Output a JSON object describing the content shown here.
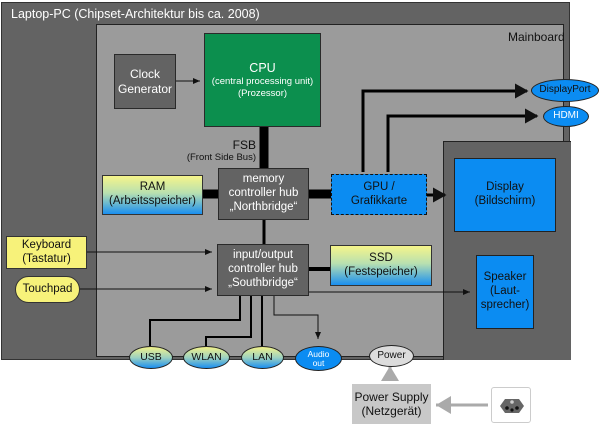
{
  "laptop": {
    "title": "Laptop-PC (Chipset-Architektur bis ca. 2008)"
  },
  "mainboard": {
    "label": "Mainboard"
  },
  "clock": {
    "line1": "Clock",
    "line2": "Generator"
  },
  "cpu": {
    "title": "CPU",
    "line2": "(central processing unit)",
    "line3": "(Prozessor)"
  },
  "fsb": {
    "line1": "FSB",
    "line2": "(Front Side Bus)"
  },
  "ram": {
    "line1": "RAM",
    "line2": "(Arbeitsspeicher)"
  },
  "northbridge": {
    "line1": "memory",
    "line2": "controller hub",
    "line3": "„Northbridge“"
  },
  "gpu": {
    "line1": "GPU /",
    "line2": "Grafikkarte"
  },
  "display": {
    "line1": "Display",
    "line2": "(Bildschirm)"
  },
  "ports_video": {
    "displayport": "DisplayPort",
    "hdmi": "HDMI"
  },
  "keyboard": {
    "line1": "Keyboard",
    "line2": "(Tastatur)"
  },
  "touchpad": {
    "label": "Touchpad"
  },
  "southbridge": {
    "line1": "input/output",
    "line2": "controller hub",
    "line3": "„Southbridge“"
  },
  "ssd": {
    "line1": "SSD",
    "line2": "(Festspeicher)"
  },
  "speaker": {
    "line1": "Speaker",
    "line2": "(Laut-",
    "line3": "sprecher)"
  },
  "ports_io": {
    "usb": "USB",
    "wlan": "WLAN",
    "lan": "LAN",
    "audio1": "Audio",
    "audio2": "out",
    "power": "Power"
  },
  "psu": {
    "line1": "Power Supply",
    "line2": "(Netzgerät)"
  },
  "icons": {
    "outlet": "power-outlet-icon"
  },
  "colors": {
    "cpu": "#0c8f4e",
    "blue": "#0b8cf2",
    "dark": "#636363",
    "mainboard": "#9b9b9b",
    "yellow": "#f7f27a"
  }
}
